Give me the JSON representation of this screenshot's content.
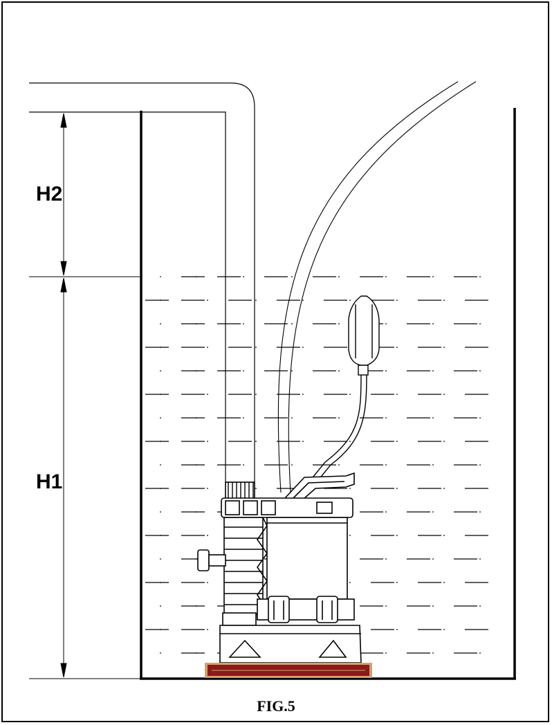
{
  "figure": {
    "caption": "FIG.5",
    "labels": {
      "h2": "H2",
      "h1": "H1"
    },
    "icons": {
      "pump": "submersible-pump",
      "float_switch": "float-switch",
      "base_plate": "base-plate"
    },
    "colors": {
      "line": "#000000",
      "base_plate_fill": "#8b1a1a",
      "base_plate_border": "#d4a070"
    }
  }
}
